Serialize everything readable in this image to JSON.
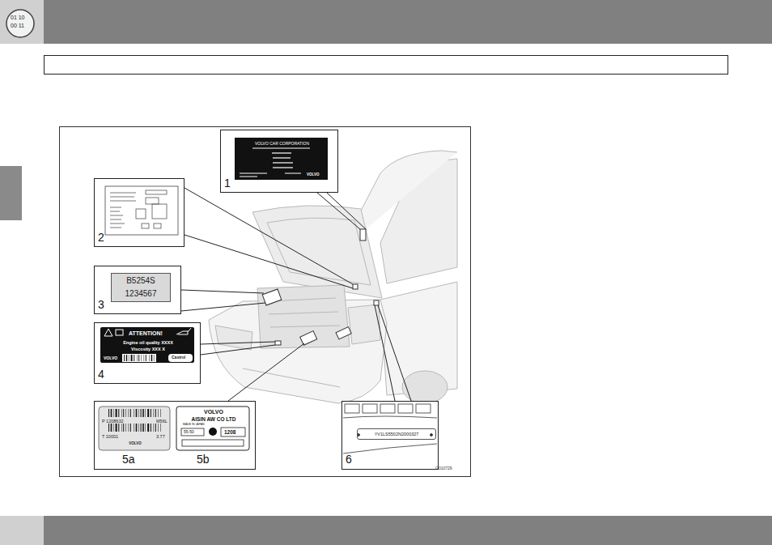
{
  "diagram": {
    "nodes": [
      {
        "text": [
          "1"
        ]
      },
      {
        "text": [
          "VOLVO CAR CORPORATION",
          "VOLVO"
        ],
        "in": 0
      },
      {
        "text": [
          "2"
        ]
      },
      {
        "text": [
          "3"
        ]
      },
      {
        "text": [
          "B5254S",
          "1234567"
        ],
        "in": 3
      },
      {
        "text": [
          "4"
        ]
      },
      {
        "text": [
          "ATTENTION!",
          "Engine oil quality XXXX",
          "Viscosity XXX X",
          "VOLVO",
          "Castrol"
        ],
        "in": 5
      },
      {
        "text": [
          "5a",
          "5b"
        ]
      },
      {
        "text": [
          "P 1208632",
          "M56L",
          "T 10001",
          "3.77",
          "VOLVO"
        ],
        "in": 7
      },
      {
        "text": [
          "VOLVO",
          "AISIN AW CO LTD",
          "MADE IN JAPAN",
          "55-50",
          "1208"
        ],
        "in": 7
      },
      {
        "text": [
          "6"
        ]
      },
      {
        "text": [
          "YV1LS5502N2000327"
        ],
        "in": 10
      }
    ],
    "labels": [
      "01 10",
      "00 11",
      "G010729"
    ]
  }
}
